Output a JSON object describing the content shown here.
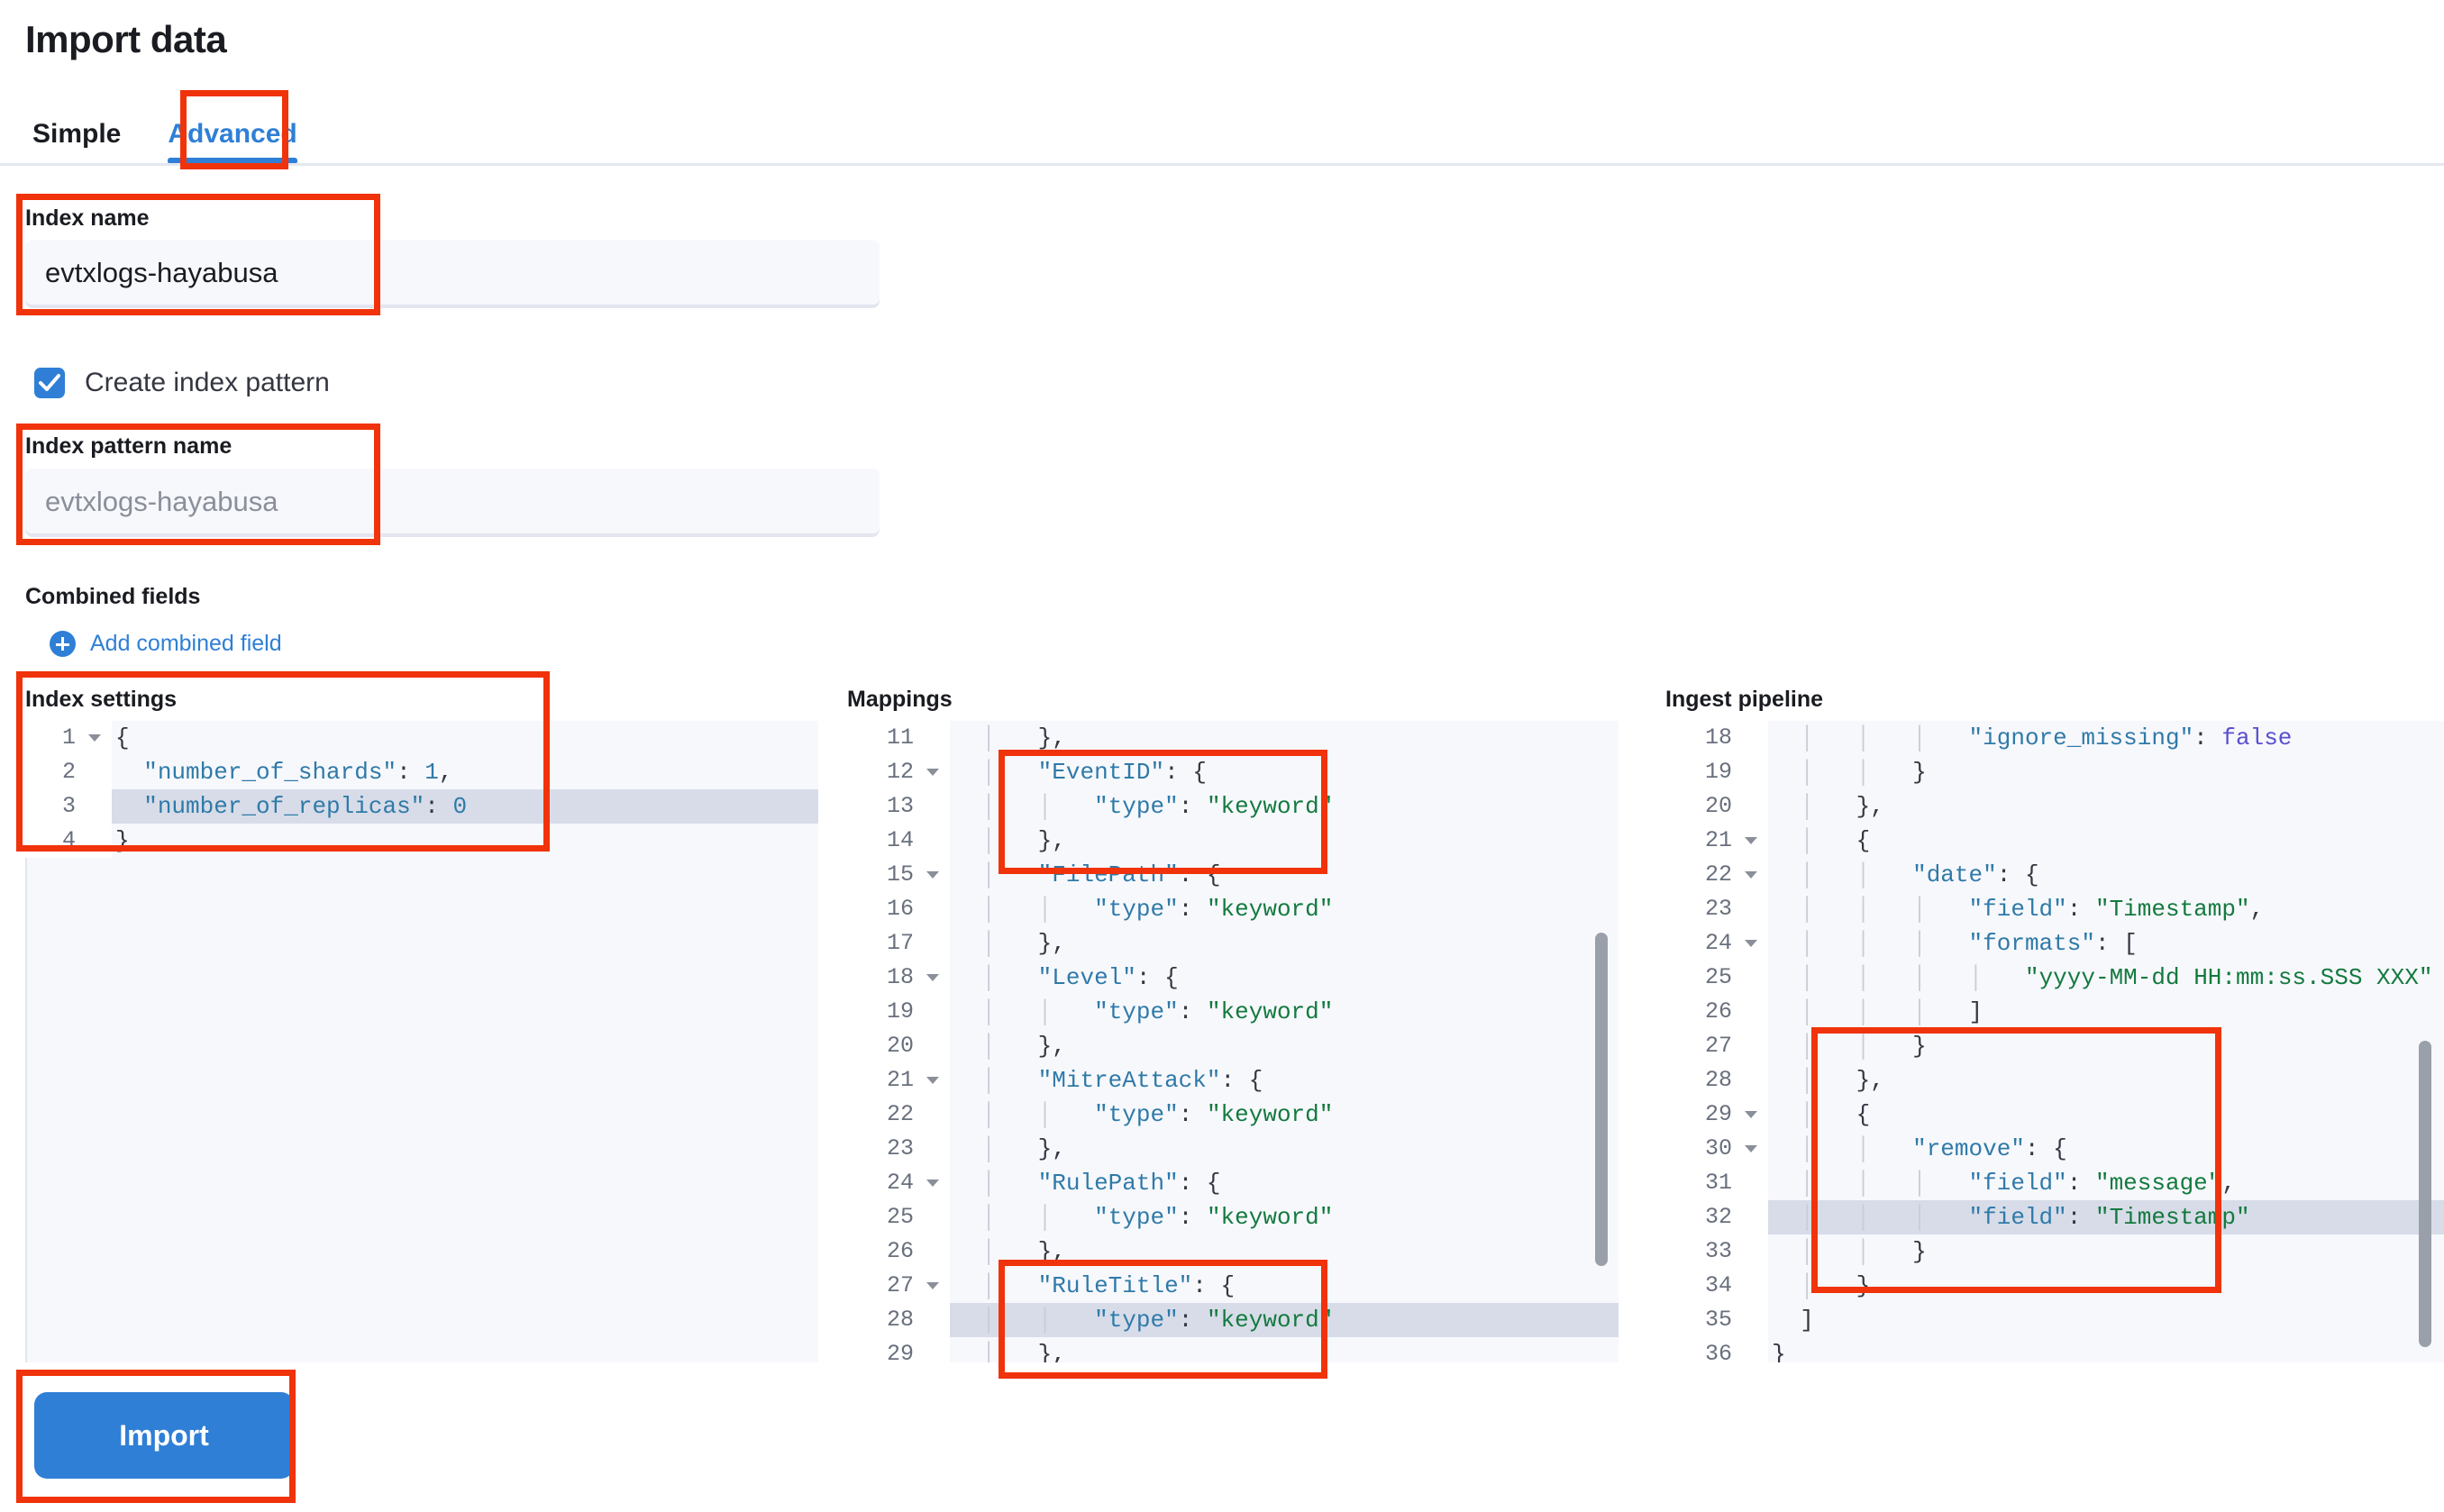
{
  "header": {
    "title": "Import data",
    "tabs": [
      {
        "label": "Simple",
        "active": false
      },
      {
        "label": "Advanced",
        "active": true
      }
    ]
  },
  "form": {
    "index_name": {
      "label": "Index name",
      "value": "evtxlogs-hayabusa"
    },
    "create_index_pattern": {
      "label": "Create index pattern",
      "checked": true,
      "icon": "check-icon"
    },
    "index_pattern_name": {
      "label": "Index pattern name",
      "value": "evtxlogs-hayabusa",
      "is_placeholder": true
    },
    "combined_fields": {
      "label": "Combined fields",
      "add_label": "Add combined field",
      "add_icon": "plus-circle-icon"
    }
  },
  "editors": {
    "index_settings": {
      "title": "Index settings",
      "highlight_line": 3,
      "lines": [
        {
          "n": "1",
          "fold": true,
          "text": "{"
        },
        {
          "n": "2",
          "fold": false,
          "text": "  \"number_of_shards\": 1,"
        },
        {
          "n": "3",
          "fold": false,
          "text": "  \"number_of_replicas\": 0"
        },
        {
          "n": "4",
          "fold": false,
          "text": "}"
        }
      ]
    },
    "mappings": {
      "title": "Mappings",
      "highlight_line": 28,
      "scrollbar": {
        "top_pct": 33,
        "height_pct": 38
      },
      "lines": [
        {
          "n": "11",
          "fold": false,
          "text": "  |   },"
        },
        {
          "n": "12",
          "fold": true,
          "text": "  |   \"EventID\": {"
        },
        {
          "n": "13",
          "fold": false,
          "text": "  |   |   \"type\": \"keyword\""
        },
        {
          "n": "14",
          "fold": false,
          "text": "  |   },"
        },
        {
          "n": "15",
          "fold": true,
          "text": "  |   \"FilePath\": {"
        },
        {
          "n": "16",
          "fold": false,
          "text": "  |   |   \"type\": \"keyword\""
        },
        {
          "n": "17",
          "fold": false,
          "text": "  |   },"
        },
        {
          "n": "18",
          "fold": true,
          "text": "  |   \"Level\": {"
        },
        {
          "n": "19",
          "fold": false,
          "text": "  |   |   \"type\": \"keyword\""
        },
        {
          "n": "20",
          "fold": false,
          "text": "  |   },"
        },
        {
          "n": "21",
          "fold": true,
          "text": "  |   \"MitreAttack\": {"
        },
        {
          "n": "22",
          "fold": false,
          "text": "  |   |   \"type\": \"keyword\""
        },
        {
          "n": "23",
          "fold": false,
          "text": "  |   },"
        },
        {
          "n": "24",
          "fold": true,
          "text": "  |   \"RulePath\": {"
        },
        {
          "n": "25",
          "fold": false,
          "text": "  |   |   \"type\": \"keyword\""
        },
        {
          "n": "26",
          "fold": false,
          "text": "  |   },"
        },
        {
          "n": "27",
          "fold": true,
          "text": "  |   \"RuleTitle\": {"
        },
        {
          "n": "28",
          "fold": false,
          "text": "  |   |   \"type\": \"keyword\""
        },
        {
          "n": "29",
          "fold": false,
          "text": "  |   },"
        }
      ]
    },
    "ingest_pipeline": {
      "title": "Ingest pipeline",
      "highlight_line": 32,
      "scrollbar": {
        "top_pct": 50,
        "height_pct": 47
      },
      "lines": [
        {
          "n": "18",
          "fold": false,
          "text": "  |   |   |   \"ignore_missing\": false"
        },
        {
          "n": "19",
          "fold": false,
          "text": "  |   |   }"
        },
        {
          "n": "20",
          "fold": false,
          "text": "  |   },"
        },
        {
          "n": "21",
          "fold": true,
          "text": "  |   {"
        },
        {
          "n": "22",
          "fold": true,
          "text": "  |   |   \"date\": {"
        },
        {
          "n": "23",
          "fold": false,
          "text": "  |   |   |   \"field\": \"Timestamp\","
        },
        {
          "n": "24",
          "fold": true,
          "text": "  |   |   |   \"formats\": ["
        },
        {
          "n": "25",
          "fold": false,
          "text": "  |   |   |   |   \"yyyy-MM-dd HH:mm:ss.SSS XXX\""
        },
        {
          "n": "26",
          "fold": false,
          "text": "  |   |   |   ]"
        },
        {
          "n": "27",
          "fold": false,
          "text": "  |   |   }"
        },
        {
          "n": "28",
          "fold": false,
          "text": "  |   },"
        },
        {
          "n": "29",
          "fold": true,
          "text": "  |   {"
        },
        {
          "n": "30",
          "fold": true,
          "text": "  |   |   \"remove\": {"
        },
        {
          "n": "31",
          "fold": false,
          "text": "  |   |   |   \"field\": \"message\","
        },
        {
          "n": "32",
          "fold": false,
          "text": "  |   |   |   \"field\": \"Timestamp\""
        },
        {
          "n": "33",
          "fold": false,
          "text": "  |   |   }"
        },
        {
          "n": "34",
          "fold": false,
          "text": "  |   }"
        },
        {
          "n": "35",
          "fold": false,
          "text": "  ]"
        },
        {
          "n": "36",
          "fold": false,
          "text": "}"
        }
      ]
    }
  },
  "actions": {
    "import_label": "Import"
  },
  "colors": {
    "accent": "#2f7fd6",
    "annotation": "#f0330a",
    "editor_bg": "#f7f8fc",
    "string": "#137a3f",
    "key": "#2f7aa8",
    "boolean": "#5a4fcf"
  }
}
